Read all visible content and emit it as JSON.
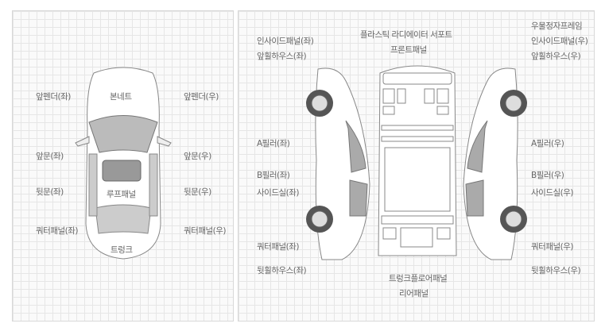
{
  "top_view": {
    "front_fender_left": "앞펜더(좌)",
    "hood": "본네트",
    "front_fender_right": "앞펜더(우)",
    "front_door_left": "앞문(좌)",
    "front_door_right": "앞문(우)",
    "rear_door_left": "뒷문(좌)",
    "roof_panel": "루프패널",
    "rear_door_right": "뒷문(우)",
    "quarter_panel_left": "쿼터패널(좌)",
    "quarter_panel_right": "쿼터패널(우)",
    "trunk": "트렁크"
  },
  "frame_view": {
    "inside_panel_left": "인사이드패널(좌)",
    "front_wheel_house_left": "앞휠하우스(좌)",
    "radiator_support": "플라스틱 라디에이터 서포트",
    "front_panel": "프론트패널",
    "cross_frame": "우물정자프레임",
    "inside_panel_right": "인사이드패널(우)",
    "front_wheel_house_right": "앞휠하우스(우)",
    "a_pillar_left": "A필러(좌)",
    "b_pillar_left": "B필러(좌)",
    "side_sill_left": "사이드실(좌)",
    "a_pillar_right": "A필러(우)",
    "b_pillar_right": "B필러(우)",
    "side_sill_right": "사이드실(우)",
    "quarter_panel_left": "쿼터패널(좌)",
    "rear_wheel_house_left": "뒷휠하우스(좌)",
    "quarter_panel_right": "쿼터패널(우)",
    "rear_wheel_house_right": "뒷휠하우스(우)",
    "trunk_floor_panel": "트렁크플로어패널",
    "rear_panel": "리어패널"
  }
}
